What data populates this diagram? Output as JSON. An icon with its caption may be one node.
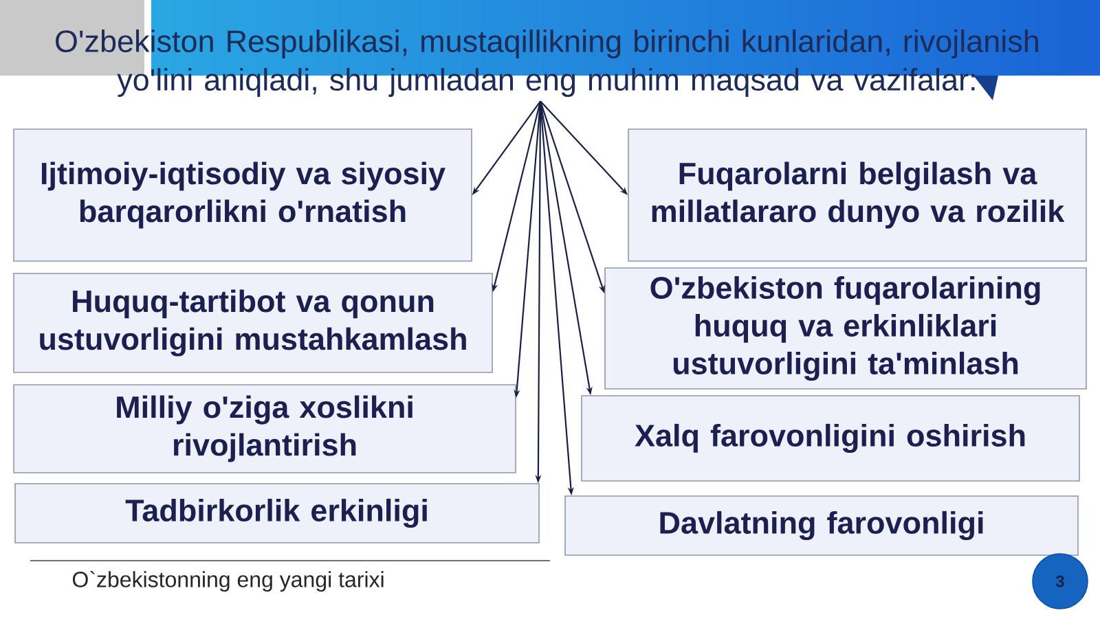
{
  "diagram": {
    "nodes": [
      {
        "text": [
          "O'zbekiston Respublikasi, mustaqillikning birinchi kunlaridan, rivojlanish yo'lini aniqladi, shu jumladan eng muhim maqsad va vazifalar:"
        ]
      },
      {
        "text": [
          "Ijtimoiy-iqtisodiy va siyosiy barqarorlikni o'rnatish"
        ]
      },
      {
        "text": [
          "Fuqarolarni belgilash va millatlararo dunyo va rozilik"
        ]
      },
      {
        "text": [
          "Huquq-tartibot va qonun ustuvorligini mustahkamlash"
        ]
      },
      {
        "text": [
          "O'zbekiston fuqarolarining huquq va erkinliklari ustuvorligini ta'minlash"
        ]
      },
      {
        "text": [
          "Milliy o'ziga xoslikni rivojlantirish"
        ]
      },
      {
        "text": [
          "Xalq farovonligini oshirish"
        ]
      },
      {
        "text": [
          "Tadbirkorlik erkinligi"
        ]
      },
      {
        "text": [
          "Davlatning farovonligi"
        ]
      },
      {
        "text": [
          "3"
        ]
      }
    ],
    "edges": [
      {
        "from": 0,
        "to": 1,
        "arrow": "to"
      },
      {
        "from": 0,
        "to": 2,
        "arrow": "to"
      },
      {
        "from": 0,
        "to": 3,
        "arrow": "to"
      },
      {
        "from": 0,
        "to": 4,
        "arrow": "to"
      },
      {
        "from": 0,
        "to": 5,
        "arrow": "to"
      },
      {
        "from": 0,
        "to": 6,
        "arrow": "to"
      },
      {
        "from": 0,
        "to": 7,
        "arrow": "to"
      },
      {
        "from": 0,
        "to": 8,
        "arrow": "to"
      }
    ],
    "labels": [
      "O`zbekistonning eng yangi tarixi"
    ]
  }
}
